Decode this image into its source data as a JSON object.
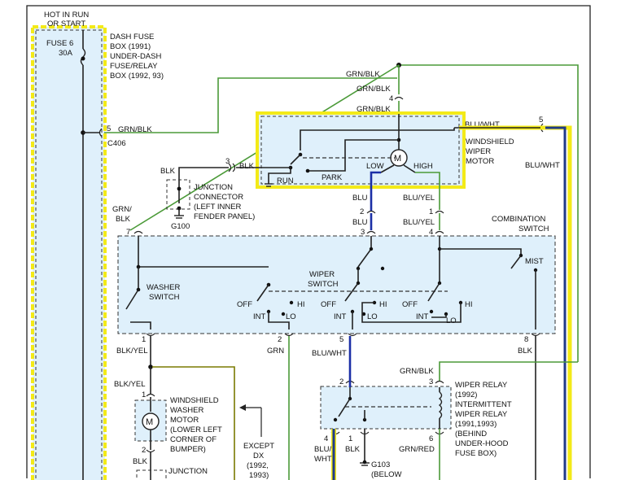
{
  "colors": {
    "highlight_fill": "#dff0fb",
    "highlight_border": "#f3ea18",
    "wire_green": "#4b9a38",
    "wire_blue": "#1b2fa6",
    "wire_black": "#222222",
    "wire_olive": "#7a7a00"
  },
  "fuse": {
    "hot_label": "HOT IN RUN",
    "hot_label2": "OR START",
    "name": "FUSE 6",
    "rating": "30A",
    "box_lines": [
      "DASH FUSE",
      "BOX   (1991)",
      "UNDER-DASH",
      "FUSE/RELAY",
      "BOX   (1992, 93)"
    ],
    "pin": "5",
    "wire": "GRN/BLK",
    "connector": "C406"
  },
  "top_splice": {
    "wire_left": "GRN/BLK",
    "wire_below": "GRN/BLK",
    "pin": "4",
    "wire_motor": "GRN/BLK"
  },
  "motor": {
    "title": [
      "WINDSHIELD",
      "WIPER",
      "MOTOR"
    ],
    "run": "RUN",
    "park": "PARK",
    "low": "LOW",
    "high": "HIGH",
    "symbol": "M",
    "pin_right": "5",
    "wire_right": "BLU/WHT",
    "wire_right2": "BLU/WHT",
    "wire_blk": "BLK",
    "pin_blk": "3"
  },
  "junction": {
    "lines": [
      "JUNCTION",
      "CONNECTOR",
      "(LEFT INNER",
      "FENDER PANEL)"
    ],
    "ground": "G100"
  },
  "motor_out": {
    "left_wire": "BLU",
    "left_pin": "2",
    "left_wire2": "BLU",
    "right_wire": "BLU/YEL",
    "right_pin": "1",
    "right_wire2": "BLU/YEL"
  },
  "combination": {
    "title": [
      "COMBINATION",
      "SWITCH"
    ],
    "wiper_label": [
      "WIPER",
      "SWITCH"
    ],
    "washer_label": [
      "WASHER",
      "SWITCH"
    ],
    "mist": "MIST",
    "left_wire": [
      "GRN/",
      "BLK"
    ],
    "pins_top": [
      "7",
      "3",
      "4"
    ],
    "left_group": [
      "OFF",
      "HI",
      "INT",
      "LO"
    ],
    "mid_group": [
      "OFF",
      "HI",
      "INT",
      "LO"
    ],
    "right_group": [
      "OFF",
      "HI",
      "INT",
      "LO"
    ],
    "pins_bottom": [
      "1",
      "2",
      "5",
      "8"
    ],
    "wires_bottom": [
      "BLK/YEL",
      "GRN",
      "BLU/WHT",
      "BLK"
    ]
  },
  "washer_motor": {
    "wire_top": "BLK/YEL",
    "pin_top": "1",
    "symbol": "M",
    "lines": [
      "WINDSHIELD",
      "WASHER",
      "MOTOR",
      "(LOWER LEFT",
      "CORNER OF",
      "BUMPER)"
    ],
    "pin_bottom": "2",
    "wire_bottom": "BLK",
    "junction": "JUNCTION"
  },
  "except": [
    "EXCEPT",
    "DX",
    "(1992,",
    "1993)"
  ],
  "relay": {
    "wire_in": "GRN/BLK",
    "pins_top": [
      "2",
      "3"
    ],
    "lines": [
      "WIPER RELAY",
      "(1992)",
      "INTERMITTENT",
      "WIPER RELAY",
      "(1991,1993)",
      "(BEHIND",
      "UNDER-HOOD",
      "FUSE BOX)"
    ],
    "pins_bottom": [
      "4",
      "1",
      "6"
    ],
    "wires_bottom": [
      "BLU/",
      "WHT",
      "BLK",
      "GRN/RED"
    ],
    "ground": "G103",
    "ground_note": "(BELOW"
  }
}
